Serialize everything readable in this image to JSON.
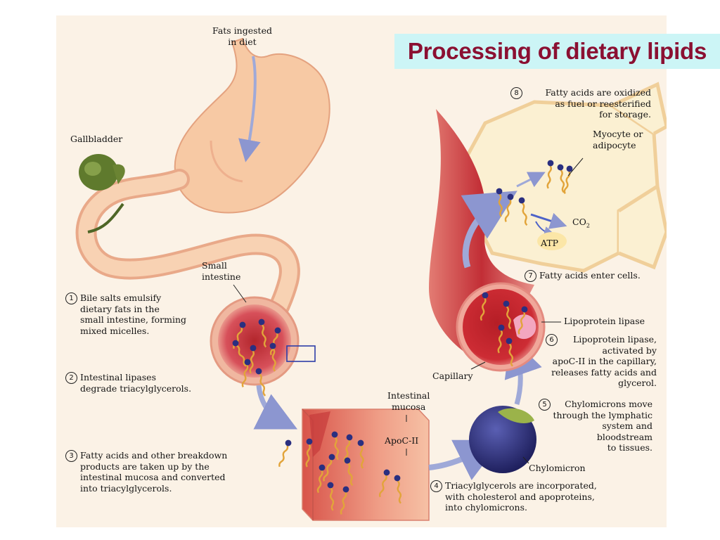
{
  "title": "Processing of dietary lipids",
  "labels": {
    "fats_ingested": "Fats ingested\nin diet",
    "gallbladder": "Gallbladder",
    "small_intestine": "Small\nintestine",
    "myocyte": "Myocyte or\nadipocyte",
    "co2": "CO",
    "co2_sub": "2",
    "atp": "ATP",
    "lipoprotein_lipase": "Lipoprotein lipase",
    "capillary": "Capillary",
    "intestinal_mucosa": "Intestinal\nmucosa",
    "apoc2": "ApoC-II",
    "chylomicron": "Chylomicron"
  },
  "steps": [
    {
      "num": "1",
      "text": "Bile salts emulsify\ndietary fats in the\nsmall intestine, forming\nmixed micelles."
    },
    {
      "num": "2",
      "text": "Intestinal lipases\ndegrade triacylglycerols."
    },
    {
      "num": "3",
      "text": "Fatty acids and other breakdown\nproducts are taken up by the\nintestinal mucosa and converted\ninto triacylglycerols."
    },
    {
      "num": "4",
      "text": "Triacylglycerols are incorporated,\nwith cholesterol and apoproteins,\ninto chylomicrons."
    },
    {
      "num": "5",
      "text": "Chylomicrons move\nthrough the lymphatic\nsystem and\nbloodstream\nto tissues."
    },
    {
      "num": "6",
      "text": "Lipoprotein lipase,\nactivated by\napoC-II in the capillary,\nreleases fatty acids and\nglycerol."
    },
    {
      "num": "7",
      "text": "Fatty acids enter cells."
    },
    {
      "num": "8",
      "text": "Fatty acids are oxidized\nas fuel or reesterified\nfor storage."
    }
  ],
  "colors": {
    "title_text": "#8b1032",
    "title_background": "#ccf5f6",
    "stomach": "#f6c9a3",
    "gallbladder": "#5f7a2d",
    "capillary": "#c8343c",
    "chylomicron": "#3a3c8a",
    "fatty_acid_tail": "#e2a43a",
    "fatty_acid_head": "#2a2f80",
    "arrow": "#9fa9d8"
  }
}
